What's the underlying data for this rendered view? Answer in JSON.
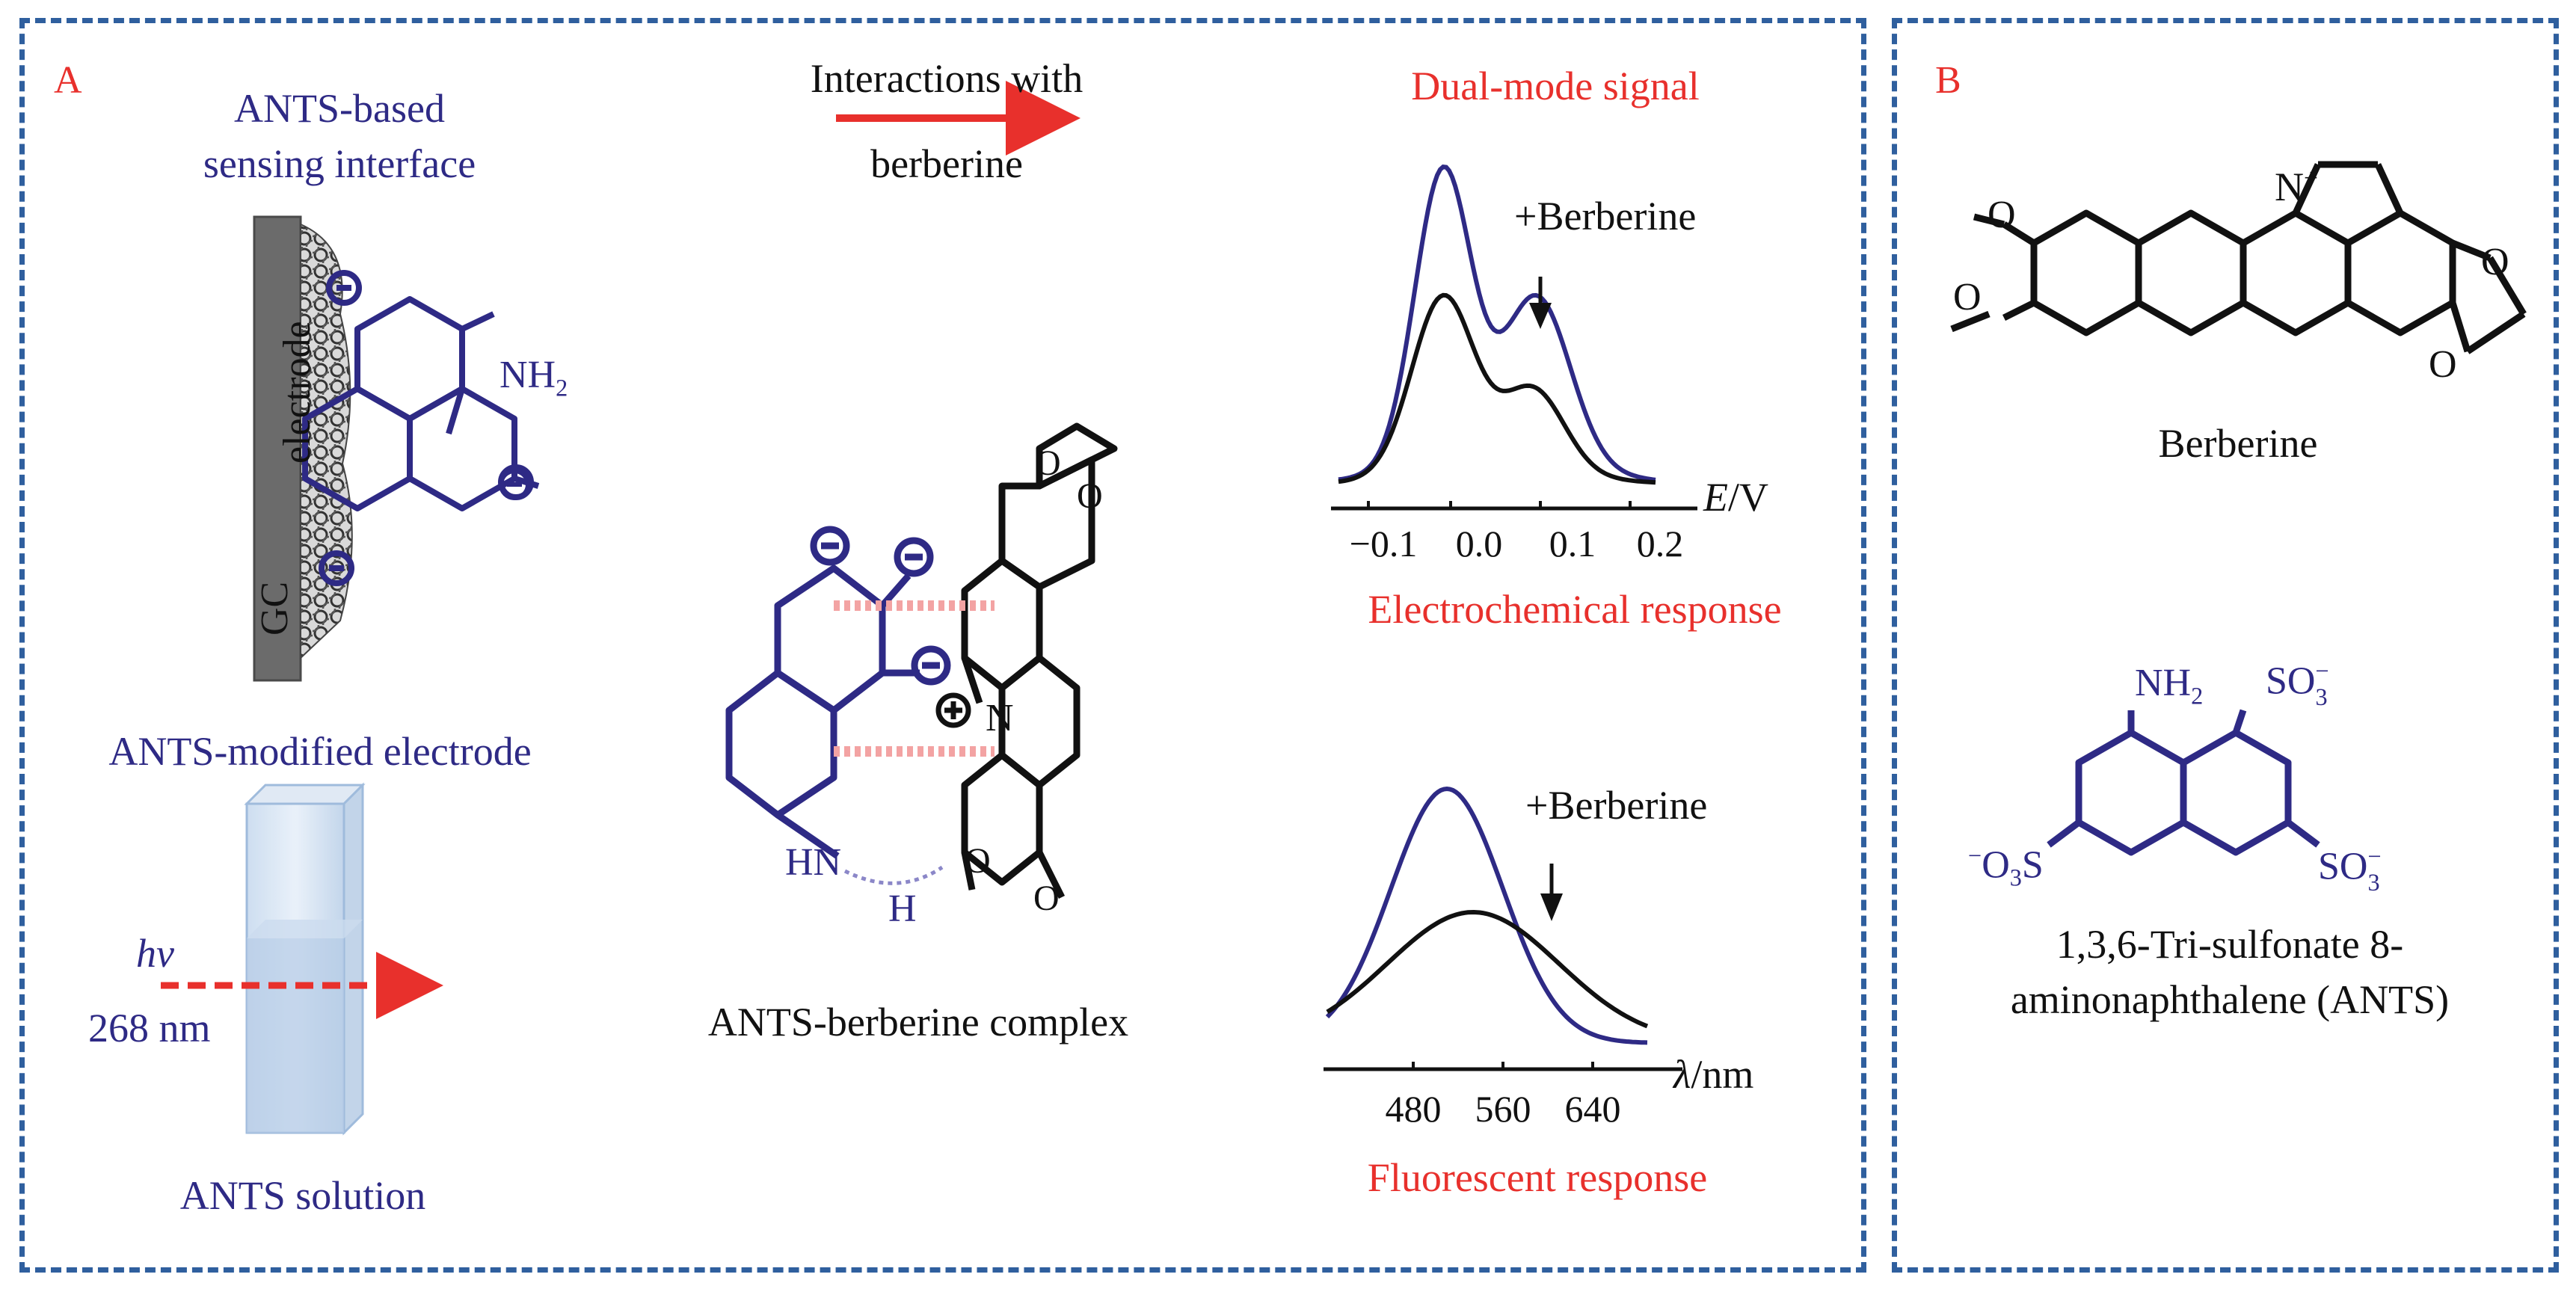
{
  "colors": {
    "panel_border": "#2f5f9e",
    "accent_red": "#e8302c",
    "ants_blue": "#2e2a85",
    "black": "#111111"
  },
  "panel_a": {
    "label": "A",
    "interface_title_1": "ANTS-based",
    "interface_title_2": "sensing interface",
    "electrode_label": "electrode",
    "gc_label": "GC",
    "nh2_label": "NH",
    "nh2_sub": "2",
    "modified_electrode_caption": "ANTS-modified electrode",
    "hv_label": "hv",
    "wavelength_label": "268 nm",
    "solution_caption": "ANTS solution",
    "interaction_1": "Interactions with",
    "interaction_2": "berberine",
    "complex_caption": "ANTS-berberine complex",
    "hn_label": "HN",
    "h_label": "H",
    "n_label": "N",
    "o_label": "O",
    "signal_title": "Dual-mode signal",
    "ec_plus_label": "+Berberine",
    "ec_axis_label_e": "E",
    "ec_axis_label_unit": "/V",
    "ec_ticks": [
      "−0.1",
      "0.0",
      "0.1",
      "0.2"
    ],
    "ec_caption": "Electrochemical response",
    "fl_plus_label": "+Berberine",
    "fl_axis_label_l": "λ",
    "fl_axis_label_unit": "/nm",
    "fl_ticks": [
      "480",
      "560",
      "640"
    ],
    "fl_caption": "Fluorescent response"
  },
  "panel_b": {
    "label": "B",
    "n_plus": "N",
    "plus_sup": "+",
    "o_label": "O",
    "berberine_caption": "Berberine",
    "nh2_label": "NH",
    "nh2_sub": "2",
    "so3": "SO",
    "so3_sub": "3",
    "so3_sup": "−",
    "o3s_sup": "−",
    "o3s": "O",
    "o3s_sub": "3",
    "o3s_s": "S",
    "ants_caption_1": "1,3,6-Tri-sulfonate 8-",
    "ants_caption_2": "aminonaphthalene (ANTS)"
  }
}
